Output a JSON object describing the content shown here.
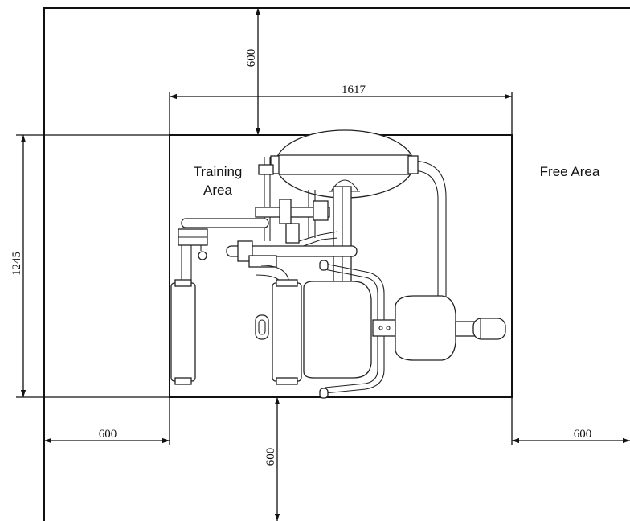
{
  "dimensions": {
    "top_clearance": "600",
    "machine_width": "1617",
    "machine_depth": "1245",
    "left_clearance": "600",
    "bottom_clearance": "600",
    "right_clearance": "600"
  },
  "labels": {
    "training_area_line1": "Training",
    "training_area_line2": "Area",
    "free_area": "Free Area"
  }
}
